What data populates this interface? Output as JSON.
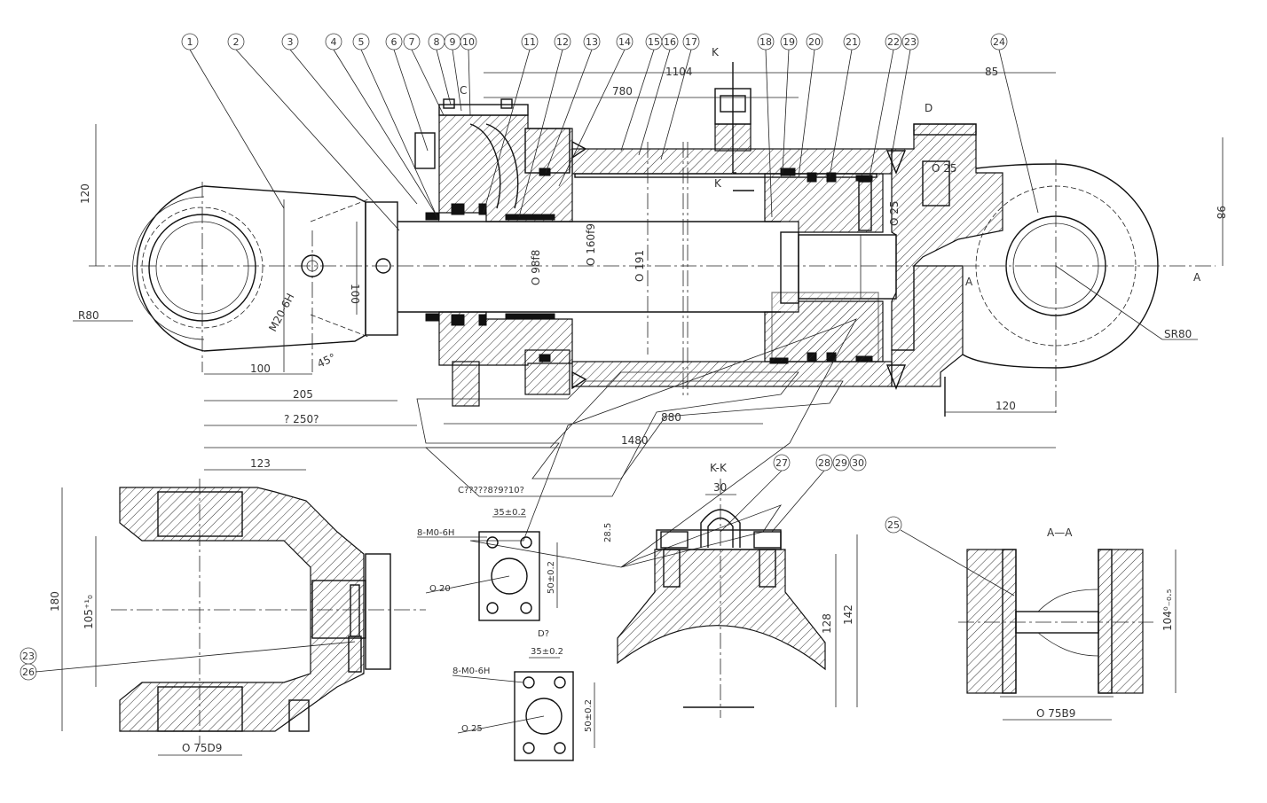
{
  "balloons": [
    "1",
    "2",
    "3",
    "4",
    "5",
    "6",
    "7",
    "8",
    "9",
    "10",
    "11",
    "12",
    "13",
    "14",
    "15",
    "16",
    "17",
    "18",
    "19",
    "20",
    "21",
    "22",
    "23",
    "24"
  ],
  "balloons_lower": [
    "25",
    "26",
    "27",
    "28",
    "29",
    "30"
  ],
  "balloon_23b": "23",
  "section_labels": {
    "c": "C",
    "d": "D",
    "k_top": "K",
    "k_bottom": "K",
    "a_left": "A",
    "a_right": "A",
    "kk_title": "K-K",
    "aa_title": "A—A",
    "d_view": "D?",
    "c_view": "C?????8?9?10?"
  },
  "dimensions": {
    "d1104": "1104",
    "d85": "85",
    "d780": "780",
    "d120v": "120",
    "d98": "98",
    "r80": "R80",
    "d100h": "100",
    "d100v": "100",
    "d45": "45°",
    "m20": "M20-6H",
    "d205": "205",
    "d250": "? 250?",
    "d880": "880",
    "d1480": "1480",
    "d120h": "120",
    "sr80": "SR80",
    "phi98": "O 98f8",
    "phi160": "O 160f9",
    "phi191": "O 191",
    "phi25a": "O 25",
    "phi25b": "O 25",
    "d123": "123",
    "d180": "180",
    "d105": "105⁺¹₀",
    "phi75d9": "O 75D9",
    "c35": "35±0.2",
    "c50": "50±0.2",
    "c8m": "8-M0-6H",
    "phi20": "O 20",
    "c28_5": "28.5",
    "d35": "35±0.2",
    "d50": "50±0.2",
    "d8m": "8-M0-6H",
    "phi25c": "O 25",
    "k30": "30",
    "k128": "128",
    "k142": "142",
    "phi75b9": "O 75B9",
    "a104": "104⁰₋₀.₅"
  }
}
